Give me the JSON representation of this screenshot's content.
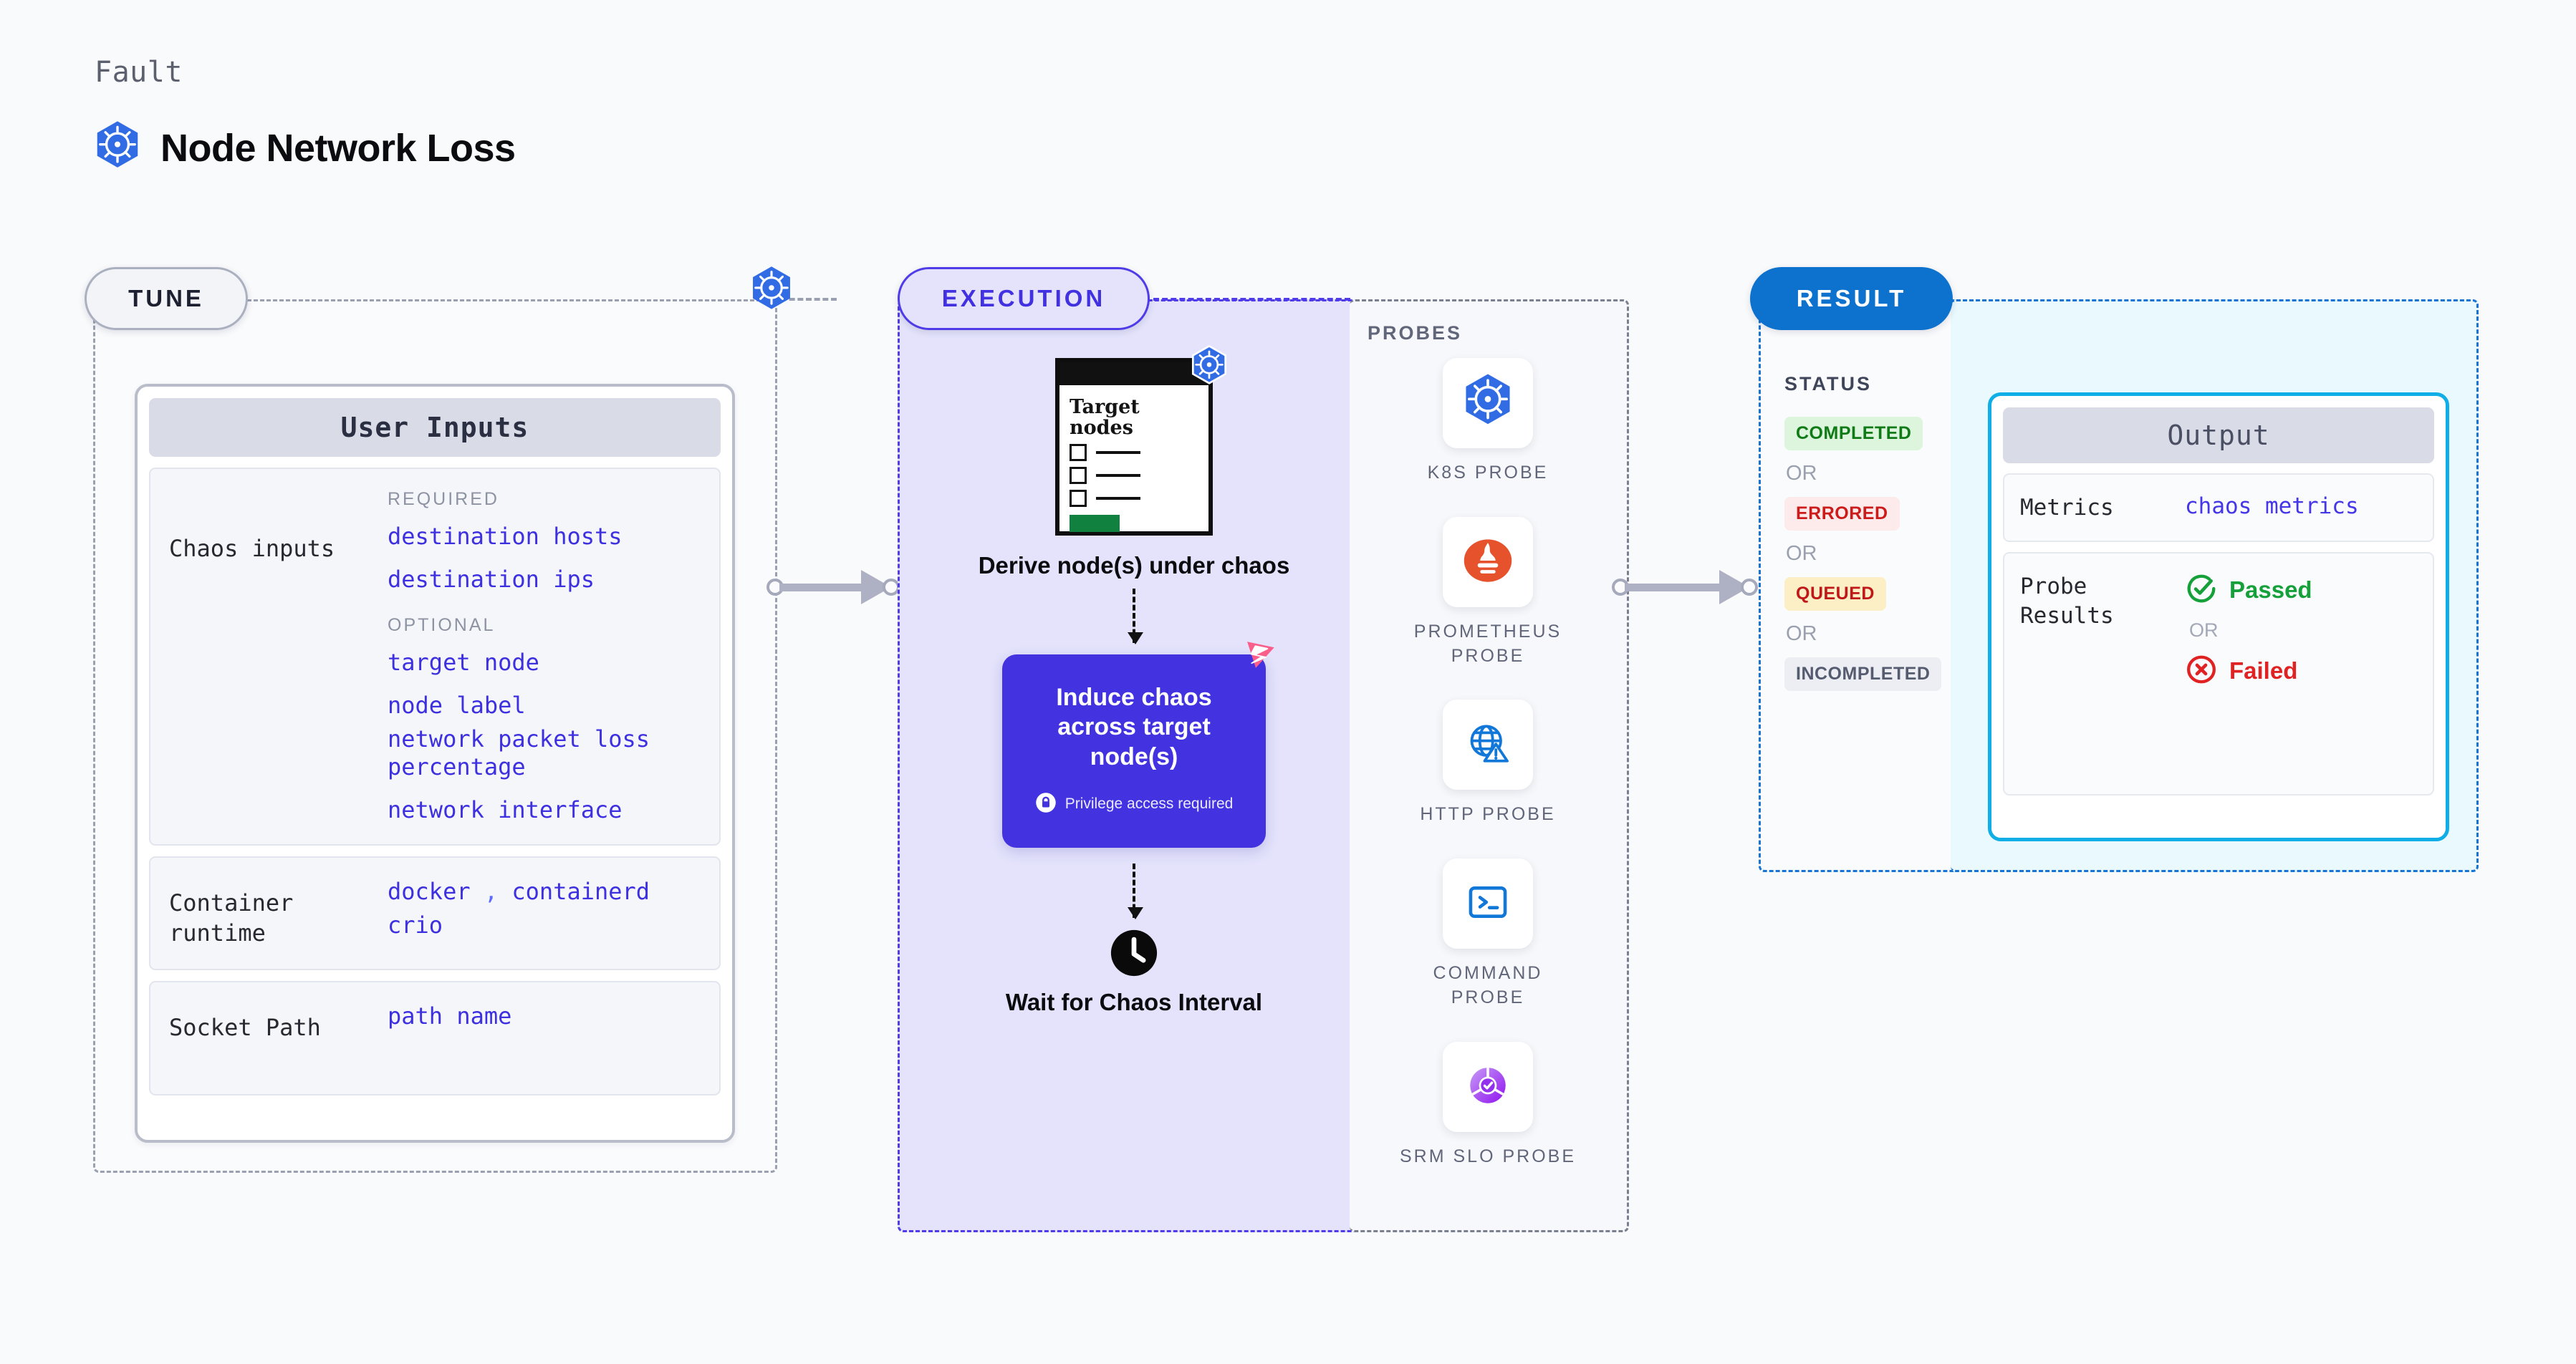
{
  "header": {
    "eyebrow": "Fault",
    "title": "Node Network Loss",
    "logo_icon": "kubernetes-icon"
  },
  "stages": {
    "tune": {
      "pill_label": "TUNE",
      "badge_icon": "kubernetes-icon",
      "card": {
        "header": "User Inputs",
        "rows": [
          {
            "label": "Chaos inputs",
            "groups": [
              {
                "title": "REQUIRED",
                "values": [
                  "destination hosts",
                  "destination ips"
                ]
              },
              {
                "title": "OPTIONAL",
                "values": [
                  "target node",
                  "node label",
                  "network packet loss percentage",
                  "network interface"
                ]
              }
            ]
          },
          {
            "label": "Container runtime",
            "values_line1": "docker",
            "separator": ",",
            "values_line1b": "containerd",
            "values_line2": "crio"
          },
          {
            "label": "Socket Path",
            "value": "path name"
          }
        ]
      }
    },
    "execution": {
      "pill_label": "EXECUTION",
      "step1": {
        "card_title": "Target nodes",
        "badge_icon": "kubernetes-icon",
        "label": "Derive node(s) under chaos"
      },
      "step2": {
        "title": "Induce chaos across target node(s)",
        "note": "Privilege access required",
        "note_icon": "lock-icon",
        "corner_icon": "litmus-logo-icon",
        "color": "#4232df"
      },
      "step3": {
        "icon": "clock-icon",
        "label": "Wait for Chaos Interval"
      }
    },
    "probes": {
      "title": "PROBES",
      "items": [
        {
          "name": "K8S PROBE",
          "icon": "kubernetes-icon"
        },
        {
          "name": "PROMETHEUS PROBE",
          "icon": "prometheus-icon"
        },
        {
          "name": "HTTP PROBE",
          "icon": "globe-warning-icon"
        },
        {
          "name": "COMMAND PROBE",
          "icon": "terminal-icon"
        },
        {
          "name": "SRM SLO PROBE",
          "icon": "slo-donut-icon"
        }
      ]
    },
    "result": {
      "pill_label": "RESULT",
      "status_label": "STATUS",
      "or_text": "OR",
      "statuses": [
        {
          "label": "COMPLETED",
          "bg": "#dcf5dc",
          "fg": "#107a16"
        },
        {
          "label": "ERRORED",
          "bg": "#fdeaea",
          "fg": "#cc1b1b"
        },
        {
          "label": "QUEUED",
          "bg": "#fcefc6",
          "fg": "#c01818"
        },
        {
          "label": "INCOMPLETED",
          "bg": "#edeef4",
          "fg": "#555c70"
        }
      ]
    },
    "output": {
      "header": "Output",
      "metrics_label": "Metrics",
      "metrics_value": "chaos metrics",
      "probe_results_label": "Probe Results",
      "passed_label": "Passed",
      "passed_icon": "check-circle-icon",
      "or_text": "OR",
      "failed_label": "Failed",
      "failed_icon": "x-circle-icon"
    }
  },
  "colors": {
    "background": "#f9fafc",
    "tune_border": "#9aa0b0",
    "execution_border": "#4f3ce8",
    "execution_fill": "#e4e3fb",
    "result_border": "#1773d4",
    "output_fill": "#e9f9fd",
    "value_text": "#3d30e0",
    "k8s_blue": "#326ce5",
    "litmus_pink": "#f95f8a"
  }
}
